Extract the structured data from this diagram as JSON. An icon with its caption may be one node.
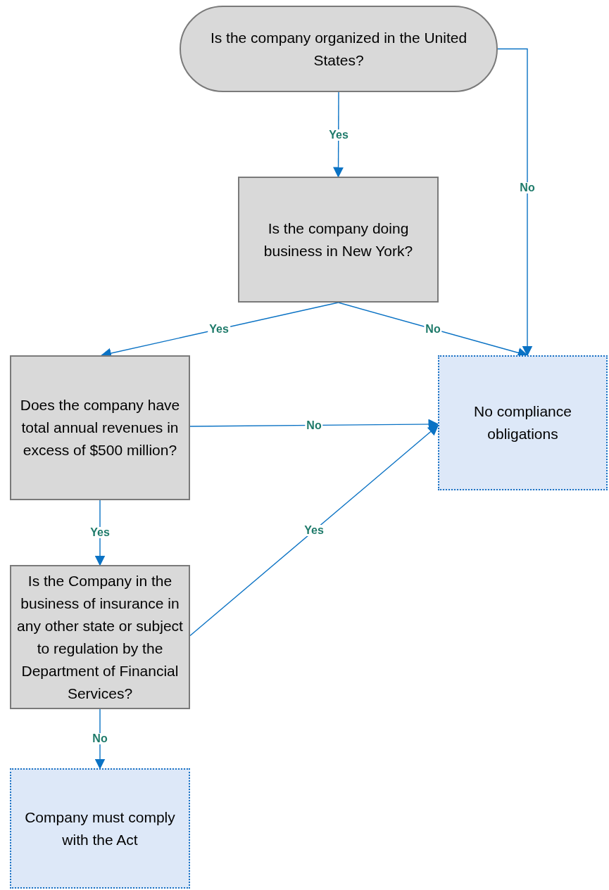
{
  "diagram": {
    "nodes": [
      {
        "text": [
          "Is the company organized in the United States?"
        ]
      },
      {
        "text": [
          "Is the company doing business in New York?"
        ]
      },
      {
        "text": [
          "Does the company have total annual revenues in excess of $500 million?"
        ]
      },
      {
        "text": [
          "Is the Company in the business of insurance in any other state or subject to regulation by the Department of Financial Services?"
        ]
      },
      {
        "text": [
          "No compliance obligations"
        ]
      },
      {
        "text": [
          "Company must comply with the Act"
        ]
      }
    ],
    "edges": [
      {
        "from": 0,
        "to": 1,
        "arrow": "to",
        "label": "Yes"
      },
      {
        "from": 0,
        "to": 4,
        "arrow": "to",
        "label": "No"
      },
      {
        "from": 1,
        "to": 2,
        "arrow": "to",
        "label": "Yes"
      },
      {
        "from": 1,
        "to": 4,
        "arrow": "to",
        "label": "No"
      },
      {
        "from": 2,
        "to": 4,
        "arrow": "to",
        "label": "No"
      },
      {
        "from": 3,
        "to": 4,
        "arrow": "to",
        "label": "Yes"
      },
      {
        "from": 2,
        "to": 3,
        "arrow": "to",
        "label": "Yes"
      },
      {
        "from": 3,
        "to": 5,
        "arrow": "to",
        "label": "No"
      }
    ]
  }
}
